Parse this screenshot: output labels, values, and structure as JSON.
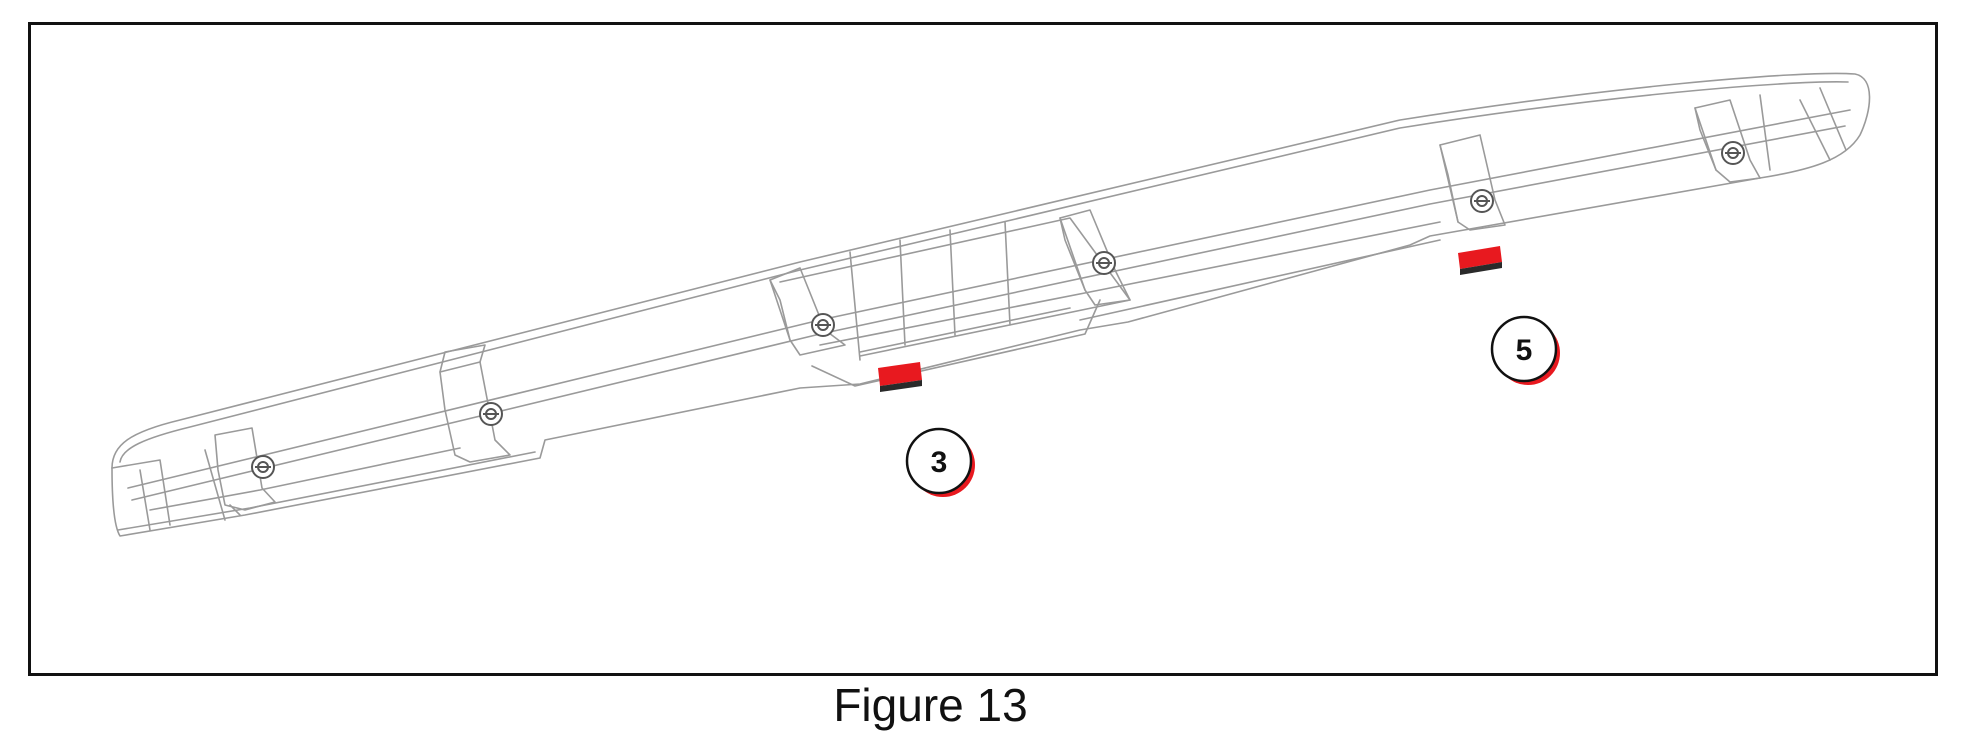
{
  "figure": {
    "caption": "Figure 13",
    "callouts": [
      {
        "id": "callout-3",
        "label": "3"
      },
      {
        "id": "callout-5",
        "label": "5"
      }
    ]
  },
  "colors": {
    "line": "#9a9a9a",
    "frame": "#111111",
    "marker": "#e8191f",
    "marker_dark": "#2a2a2a",
    "callout_shadow": "#e8191f"
  },
  "icons": [
    "clip-icon",
    "red-tape-marker"
  ]
}
